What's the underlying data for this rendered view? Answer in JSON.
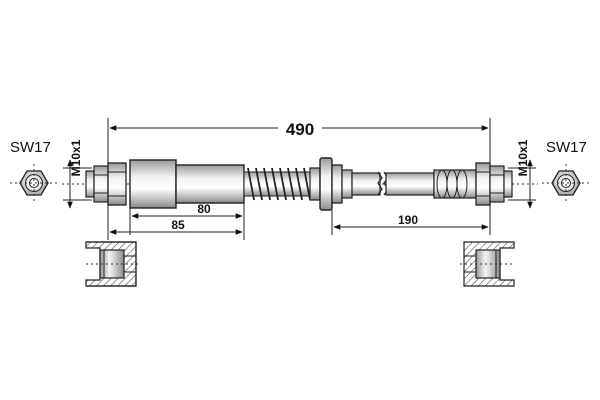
{
  "dimensions": {
    "overall_length": "490",
    "left_thread": "M10x1",
    "right_thread": "M10x1",
    "left_wrench": "SW17",
    "right_wrench": "SW17",
    "sleeve_length": "80",
    "sleeve_offset": "85",
    "right_section": "190"
  },
  "colors": {
    "line": "#222222",
    "hatch": "#555555",
    "gradient_light": "#f2f2f2",
    "gradient_dark": "#9a9a9a"
  },
  "icons": {
    "left_nut": "hex-nut-icon",
    "right_nut": "hex-nut-icon"
  }
}
